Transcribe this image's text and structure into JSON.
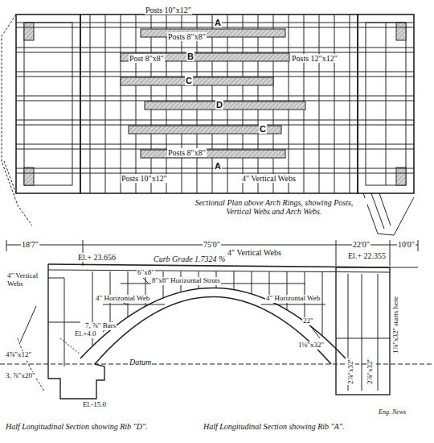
{
  "diagram": {
    "labels": [
      "Posts 10\"x12\"",
      "A",
      "Posts 8\"x8\"",
      "Post 8\"x8\"",
      "B",
      "Posts 12\"x12\"",
      "C",
      "D",
      "C",
      "Posts 8\"x8\"",
      "A",
      "Posts 10\"x12\"",
      "4\" Vertical Webs",
      "Sectional Plan above Arch Rings, showing Posts, Vertical Webs and Arch Webs.",
      "18'7\"",
      "75'0\"",
      "22'0\"",
      "10'0\"",
      "El.+ 23.656",
      "Curb Grade 1.7324 %",
      "4\" Vertical Webs",
      "El.+ 22.355",
      "4\" Vertical Webs",
      "6\"x8\"",
      "8\"x8\" Horizontal Struts",
      "4\" Horizontal Web",
      "4\" Horizontal Web",
      "7, ⅞\" Bars",
      "22\"",
      "El.+4.0",
      "Datum",
      "1⅛\"x32\"",
      "1⅞\"x32\" starts here",
      "2⅞\"x32\"",
      "2⅞\"x32\"",
      "4⅞\"x12\"",
      "3, ⅞\"x20\"",
      "El.-15.0",
      "Half Longitudinal Section showing Rib \"D\".",
      "Half Longitudinal Section showing Rib \"A\".",
      "Eng. News"
    ]
  }
}
